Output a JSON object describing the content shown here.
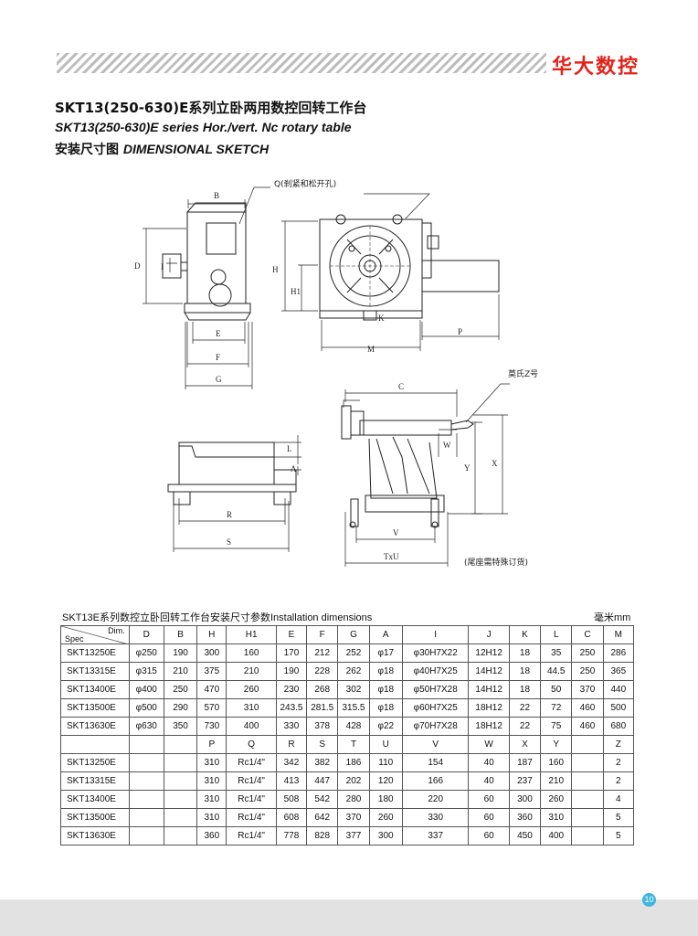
{
  "header": {
    "brand": "华大数控"
  },
  "titles": {
    "cn": "SKT13(250-630)E系列立卧两用数控回转工作台",
    "en": "SKT13(250-630)E series Hor./vert. Nc rotary table",
    "sketch_cn": "安装尺寸图",
    "sketch_en": "DIMENSIONAL SKETCH"
  },
  "drawing_labels": {
    "q_note": "Q(刹紧和松开孔)",
    "morse": "莫氏Z号",
    "tail_note": "(尾座需特殊订货)",
    "letters": {
      "B": "B",
      "D": "D",
      "I": "I",
      "E": "E",
      "F": "F",
      "G": "G",
      "H": "H",
      "H1": "H1",
      "K": "K",
      "M": "M",
      "P": "P",
      "C": "C",
      "W": "W",
      "Y": "Y",
      "X": "X",
      "V": "V",
      "TxU": "TxU",
      "L": "L",
      "A": "A",
      "R": "R",
      "S": "S"
    }
  },
  "table": {
    "caption": "SKT13E系列数控立卧回转工作台安装尺寸参数Installation dimensions",
    "unit": "毫米mm",
    "corner_top": "Dim.",
    "corner_bottom": "Spec",
    "header1": [
      "D",
      "B",
      "H",
      "H1",
      "E",
      "F",
      "G",
      "A",
      "I",
      "J",
      "K",
      "L",
      "C",
      "M"
    ],
    "rows1": [
      {
        "spec": "SKT13250E",
        "cells": [
          "φ250",
          "190",
          "300",
          "160",
          "170",
          "212",
          "252",
          "φ17",
          "φ30H7X22",
          "12H12",
          "18",
          "35",
          "250",
          "286"
        ]
      },
      {
        "spec": "SKT13315E",
        "cells": [
          "φ315",
          "210",
          "375",
          "210",
          "190",
          "228",
          "262",
          "φ18",
          "φ40H7X25",
          "14H12",
          "18",
          "44.5",
          "250",
          "365"
        ]
      },
      {
        "spec": "SKT13400E",
        "cells": [
          "φ400",
          "250",
          "470",
          "260",
          "230",
          "268",
          "302",
          "φ18",
          "φ50H7X28",
          "14H12",
          "18",
          "50",
          "370",
          "440"
        ]
      },
      {
        "spec": "SKT13500E",
        "cells": [
          "φ500",
          "290",
          "570",
          "310",
          "243.5",
          "281.5",
          "315.5",
          "φ18",
          "φ60H7X25",
          "18H12",
          "22",
          "72",
          "460",
          "500"
        ]
      },
      {
        "spec": "SKT13630E",
        "cells": [
          "φ630",
          "350",
          "730",
          "400",
          "330",
          "378",
          "428",
          "φ22",
          "φ70H7X28",
          "18H12",
          "22",
          "75",
          "460",
          "680"
        ]
      }
    ],
    "header2": [
      "",
      "",
      "P",
      "Q",
      "R",
      "S",
      "T",
      "U",
      "V",
      "W",
      "X",
      "Y",
      "",
      "Z"
    ],
    "rows2": [
      {
        "spec": "SKT13250E",
        "cells": [
          "",
          "",
          "310",
          "Rc1/4\"",
          "342",
          "382",
          "186",
          "110",
          "154",
          "40",
          "187",
          "160",
          "",
          "2"
        ]
      },
      {
        "spec": "SKT13315E",
        "cells": [
          "",
          "",
          "310",
          "Rc1/4\"",
          "413",
          "447",
          "202",
          "120",
          "166",
          "40",
          "237",
          "210",
          "",
          "2"
        ]
      },
      {
        "spec": "SKT13400E",
        "cells": [
          "",
          "",
          "310",
          "Rc1/4\"",
          "508",
          "542",
          "280",
          "180",
          "220",
          "60",
          "300",
          "260",
          "",
          "4"
        ]
      },
      {
        "spec": "SKT13500E",
        "cells": [
          "",
          "",
          "310",
          "Rc1/4\"",
          "608",
          "642",
          "370",
          "260",
          "330",
          "60",
          "360",
          "310",
          "",
          "5"
        ]
      },
      {
        "spec": "SKT13630E",
        "cells": [
          "",
          "",
          "360",
          "Rc1/4\"",
          "778",
          "828",
          "377",
          "300",
          "337",
          "60",
          "450",
          "400",
          "",
          "5"
        ]
      }
    ]
  },
  "footer": {
    "page_number": "10"
  },
  "colors": {
    "brand_red": "#e2231a",
    "page_badge": "#3fb6e0",
    "footer_bar": "#e2e2e2"
  }
}
